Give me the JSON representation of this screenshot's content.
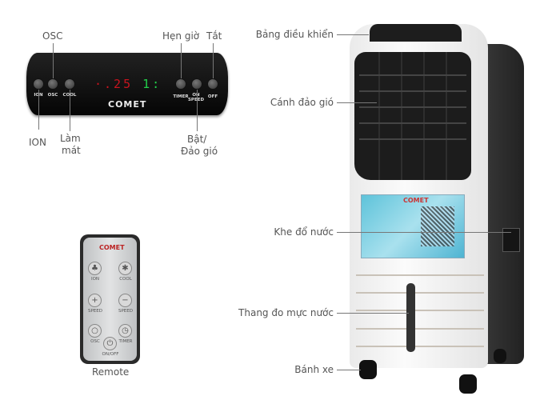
{
  "control_panel": {
    "brand": "COMET",
    "display": {
      "main": "·.25",
      "fan": "1:"
    },
    "buttons": [
      {
        "label": "ION"
      },
      {
        "label": "OSC"
      },
      {
        "label": "COOL"
      },
      {
        "label": "TIMER"
      },
      {
        "label": "ON SPEED"
      },
      {
        "label": "OFF"
      }
    ],
    "callouts": {
      "osc": "OSC",
      "timer": "Hẹn giờ",
      "off": "Tắt",
      "ion": "ION",
      "cool_line1": "Làm",
      "cool_line2": "mát",
      "speed_line1": "Bật/",
      "speed_line2": "Đảo gió"
    }
  },
  "remote": {
    "brand": "COMET",
    "caption": "Remote",
    "buttons": [
      {
        "label": "ION",
        "icon": "tree-icon"
      },
      {
        "label": "COOL",
        "icon": "snowflake-icon"
      },
      {
        "label": "SPEED",
        "icon": "plus-icon"
      },
      {
        "label": "SPEED",
        "icon": "minus-icon"
      },
      {
        "label": "OSC",
        "icon": "rotate-icon"
      },
      {
        "label": "TIMER",
        "icon": "clock-icon"
      },
      {
        "label": "ON/OFF",
        "icon": "power-icon"
      }
    ]
  },
  "cooler": {
    "brand": "COMET",
    "callouts": {
      "control_panel": "Bảng điều khiển",
      "louvers": "Cánh đảo gió",
      "water_inlet": "Khe đổ nước",
      "water_gauge": "Thang đo mực  nước",
      "wheels": "Bánh xe"
    }
  }
}
